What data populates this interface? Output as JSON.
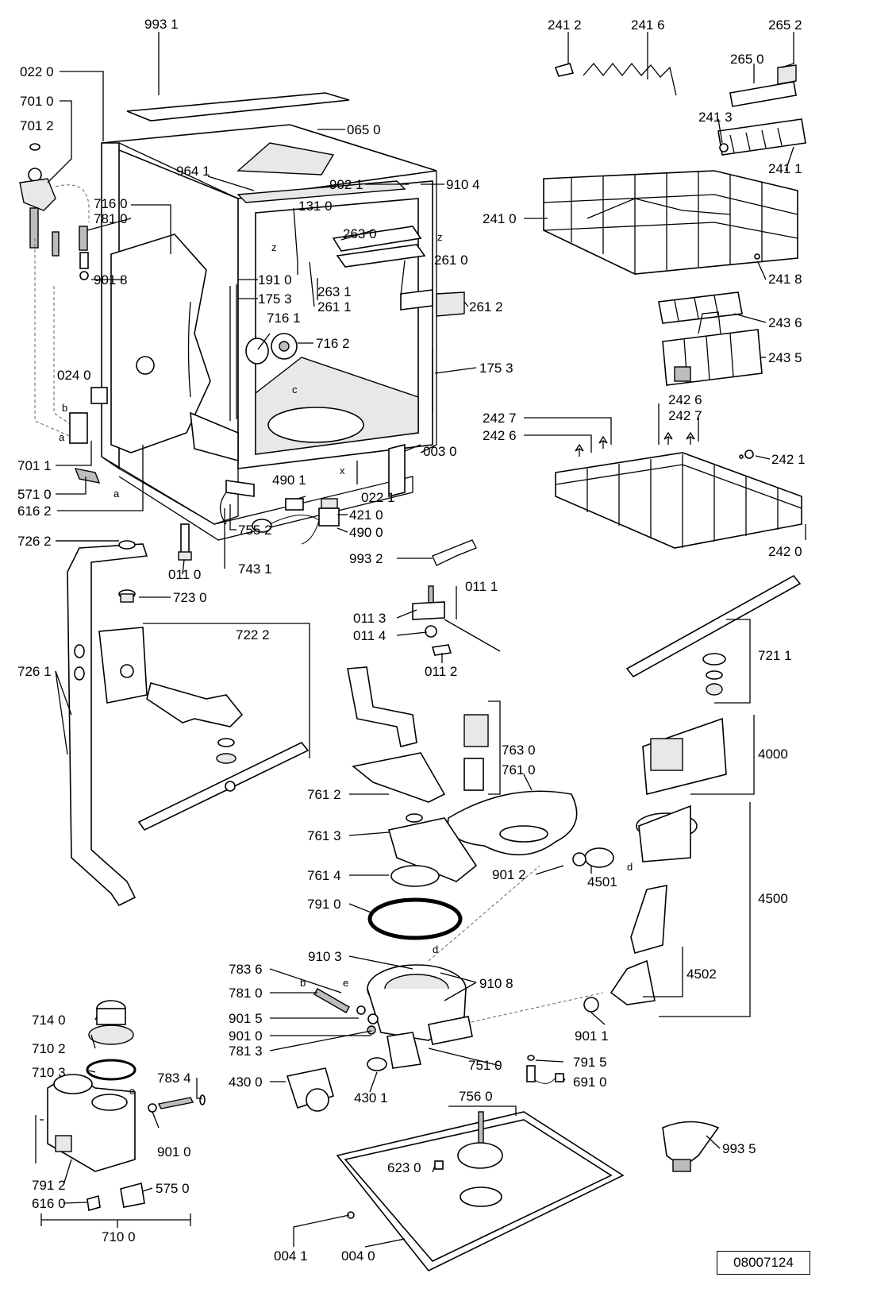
{
  "document_number": "08007124",
  "letter_marks": {
    "a": "a",
    "b": "b",
    "c": "c",
    "d": "d",
    "e": "e",
    "x": "x",
    "z": "z"
  },
  "labels": {
    "l9931": "993 1",
    "l0220": "022 0",
    "l7010": "701 0",
    "l7012": "701 2",
    "l0650": "065 0",
    "l9641": "964 1",
    "l9021": "902 1",
    "l9104": "910 4",
    "l7160": "716 0",
    "l7810": "781 0",
    "l1310": "131 0",
    "l2630": "263 0",
    "l9018": "901 8",
    "l2610": "261 0",
    "l1910": "191 0",
    "l2631": "263 1",
    "l1753a": "175 3",
    "l2611": "261 1",
    "l2612": "261 2",
    "l7161": "716 1",
    "l7162": "716 2",
    "l1753b": "175 3",
    "l0240": "024 0",
    "l0030": "003 0",
    "l7011": "701 1",
    "l5710": "571 0",
    "l4901": "490 1",
    "l0221": "022 1",
    "l6162": "616 2",
    "l4210": "421 0",
    "l4900": "490 0",
    "l7262": "726 2",
    "l7552": "755 2",
    "l0110": "011 0",
    "l7431": "743 1",
    "l9932": "993 2",
    "l2412": "241 2",
    "l2416": "241 6",
    "l2652": "265 2",
    "l2650": "265 0",
    "l2413": "241 3",
    "l2411": "241 1",
    "l2410": "241 0",
    "l2418": "241 8",
    "l2436": "243 6",
    "l2435": "243 5",
    "l2426a": "242 6",
    "l2427a": "242 7",
    "l2427b": "242 7",
    "l2426b": "242 6",
    "l2421": "242 1",
    "l2420": "242 0",
    "l0111": "011 1",
    "l0113": "011 3",
    "l0114": "011 4",
    "l0112": "011 2",
    "l7230": "723 0",
    "l7222": "722 2",
    "l7261": "726 1",
    "l7211": "721 1",
    "l7630": "763 0",
    "l7610": "761 0",
    "l4000": "4000",
    "l7612": "761 2",
    "l7613": "761 3",
    "l7614": "761 4",
    "l9012": "901 2",
    "l4501": "4501",
    "l4500": "4500",
    "l7910": "791 0",
    "l9103": "910 3",
    "l9108": "910 8",
    "l7836": "783 6",
    "l7810b": "781 0",
    "l4502": "4502",
    "l9015": "901 5",
    "l9010a": "901 0",
    "l7813": "781 3",
    "l9011": "901 1",
    "l7140": "714 0",
    "l7102": "710 2",
    "l7510": "751 0",
    "l7915": "791 5",
    "l7103": "710 3",
    "l7834": "783 4",
    "l4300": "430 0",
    "l4301": "430 1",
    "l6910": "691 0",
    "l7560": "756 0",
    "l9010b": "901 0",
    "l6230": "623 0",
    "l9935": "993 5",
    "l7912": "791 2",
    "l5750": "575 0",
    "l6160": "616 0",
    "l7100": "710 0",
    "l0041": "004 1",
    "l0040": "004 0"
  }
}
